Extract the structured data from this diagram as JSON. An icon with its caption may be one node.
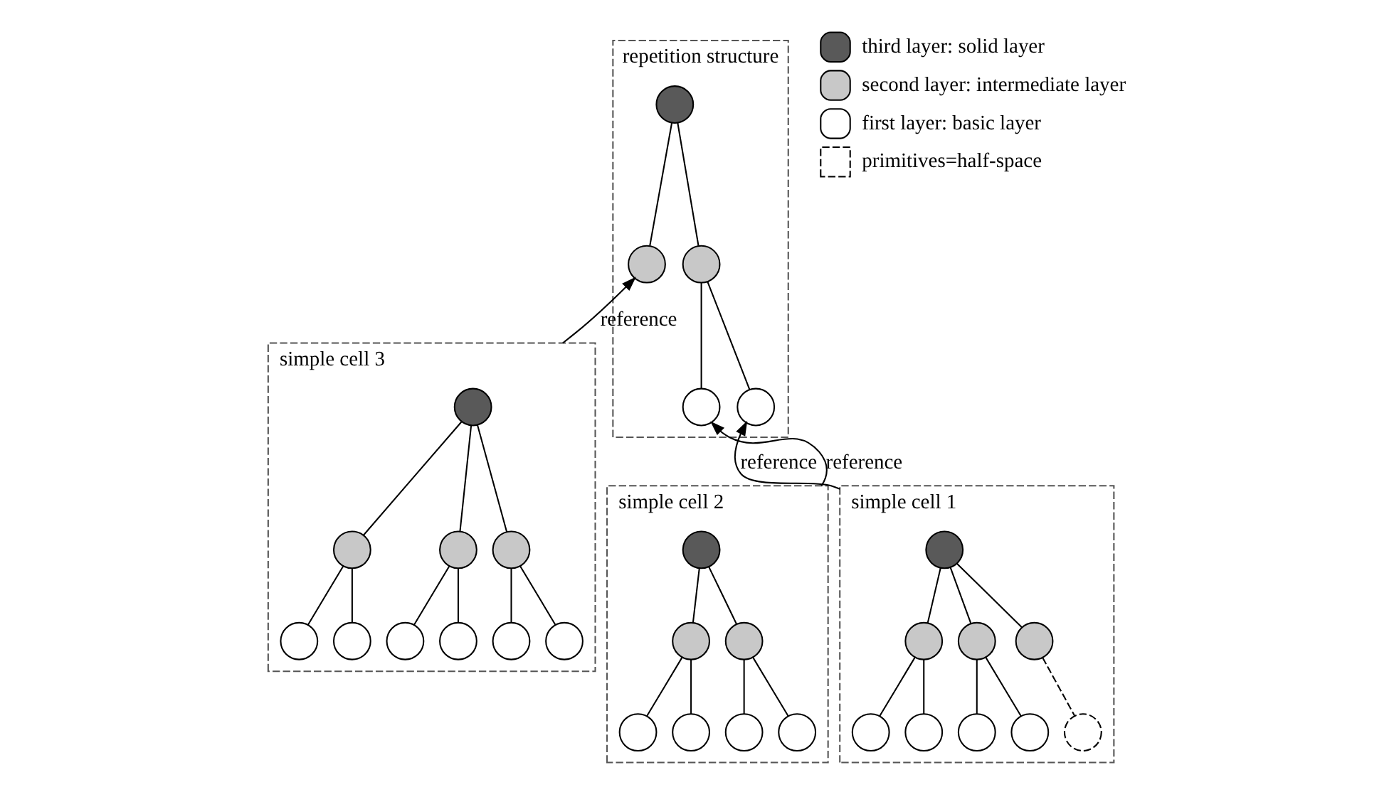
{
  "diagram": {
    "nodes": [
      {
        "text": [
          "repetition structure"
        ]
      },
      {
        "text": [],
        "shape": "circle",
        "in": 0
      },
      {
        "text": [],
        "shape": "circle",
        "in": 0
      },
      {
        "text": [],
        "shape": "circle",
        "in": 0
      },
      {
        "text": [],
        "shape": "circle",
        "in": 0
      },
      {
        "text": [],
        "shape": "circle",
        "in": 0
      },
      {
        "text": [
          "simple cell 1"
        ]
      },
      {
        "text": [],
        "shape": "circle",
        "in": 6
      },
      {
        "text": [],
        "shape": "circle",
        "in": 6
      },
      {
        "text": [],
        "shape": "circle",
        "in": 6
      },
      {
        "text": [],
        "shape": "circle",
        "in": 6
      },
      {
        "text": [],
        "shape": "circle",
        "in": 6
      },
      {
        "text": [],
        "shape": "circle",
        "in": 6
      },
      {
        "text": [],
        "shape": "circle",
        "in": 6
      },
      {
        "text": [],
        "shape": "circle",
        "in": 6
      },
      {
        "text": [],
        "shape": "circle",
        "in": 6
      },
      {
        "text": [
          "simple cell 2"
        ]
      },
      {
        "text": [],
        "shape": "circle",
        "in": 16
      },
      {
        "text": [],
        "shape": "circle",
        "in": 16
      },
      {
        "text": [],
        "shape": "circle",
        "in": 16
      },
      {
        "text": [],
        "shape": "circle",
        "in": 16
      },
      {
        "text": [],
        "shape": "circle",
        "in": 16
      },
      {
        "text": [],
        "shape": "circle",
        "in": 16
      },
      {
        "text": [],
        "shape": "circle",
        "in": 16
      },
      {
        "text": [
          "simple cell 3"
        ]
      },
      {
        "text": [],
        "shape": "circle",
        "in": 24
      },
      {
        "text": [],
        "shape": "circle",
        "in": 24
      },
      {
        "text": [],
        "shape": "circle",
        "in": 24
      },
      {
        "text": [],
        "shape": "circle",
        "in": 24
      },
      {
        "text": [],
        "shape": "circle",
        "in": 24
      },
      {
        "text": [],
        "shape": "circle",
        "in": 24
      },
      {
        "text": [],
        "shape": "circle",
        "in": 24
      },
      {
        "text": [],
        "shape": "circle",
        "in": 24
      },
      {
        "text": [],
        "shape": "circle",
        "in": 24
      },
      {
        "text": [],
        "shape": "circle",
        "in": 24
      }
    ],
    "edges": [
      {
        "from": 1,
        "to": 2,
        "arrow": "none"
      },
      {
        "from": 1,
        "to": 3,
        "arrow": "none"
      },
      {
        "from": 2,
        "to": 4,
        "arrow": "none"
      },
      {
        "from": 2,
        "to": 5,
        "arrow": "none"
      },
      {
        "from": 7,
        "to": 8,
        "arrow": "none"
      },
      {
        "from": 7,
        "to": 9,
        "arrow": "none"
      },
      {
        "from": 7,
        "to": 10,
        "arrow": "none"
      },
      {
        "from": 8,
        "to": 11,
        "arrow": "none"
      },
      {
        "from": 8,
        "to": 12,
        "arrow": "none"
      },
      {
        "from": 9,
        "to": 13,
        "arrow": "none"
      },
      {
        "from": 9,
        "to": 14,
        "arrow": "none"
      },
      {
        "from": 10,
        "to": 15,
        "arrow": "none",
        "style": "dashed"
      },
      {
        "from": 17,
        "to": 18,
        "arrow": "none"
      },
      {
        "from": 17,
        "to": 19,
        "arrow": "none"
      },
      {
        "from": 18,
        "to": 20,
        "arrow": "none"
      },
      {
        "from": 18,
        "to": 21,
        "arrow": "none"
      },
      {
        "from": 19,
        "to": 22,
        "arrow": "none"
      },
      {
        "from": 19,
        "to": 23,
        "arrow": "none"
      },
      {
        "from": 25,
        "to": 26,
        "arrow": "none"
      },
      {
        "from": 25,
        "to": 27,
        "arrow": "none"
      },
      {
        "from": 25,
        "to": 28,
        "arrow": "none"
      },
      {
        "from": 26,
        "to": 29,
        "arrow": "none"
      },
      {
        "from": 26,
        "to": 30,
        "arrow": "none"
      },
      {
        "from": 27,
        "to": 31,
        "arrow": "none"
      },
      {
        "from": 27,
        "to": 32,
        "arrow": "none"
      },
      {
        "from": 28,
        "to": 33,
        "arrow": "none"
      },
      {
        "from": 28,
        "to": 34,
        "arrow": "none"
      },
      {
        "from": 6,
        "to": 4,
        "arrow": "to",
        "label": "reference"
      },
      {
        "from": 16,
        "to": 5,
        "arrow": "to",
        "label": "reference"
      },
      {
        "from": 24,
        "to": 3,
        "arrow": "to",
        "label": "reference"
      }
    ],
    "legend": [
      {
        "text": "third layer: solid layer",
        "color": "#595959"
      },
      {
        "text": "second layer: intermediate layer",
        "color": "#c8c8c8"
      },
      {
        "text": "first layer: basic layer",
        "color": "#ffffff"
      },
      {
        "text": "primitives=half-space"
      }
    ]
  }
}
